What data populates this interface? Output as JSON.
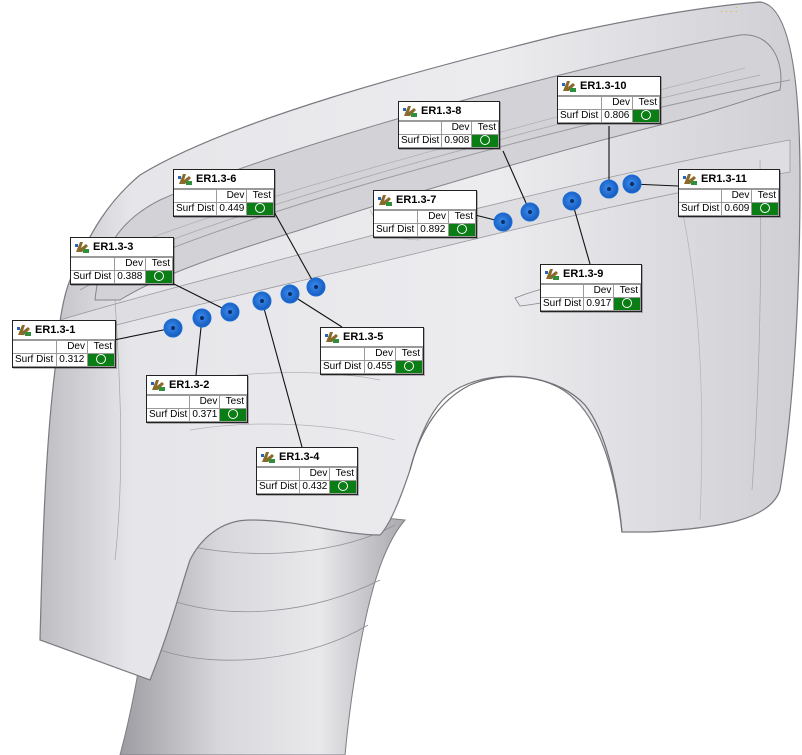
{
  "colors": {
    "marker": "#1a6fd8",
    "pass": "#0a7d14",
    "part_fill": "#e4e4e6",
    "part_edge": "#8a8a8e"
  },
  "table_headers": {
    "dev": "Dev",
    "test": "Test"
  },
  "callouts": [
    {
      "id": "ER1.3-1",
      "metric": "Surf Dist",
      "value": "0.312",
      "status": "pass"
    },
    {
      "id": "ER1.3-2",
      "metric": "Surf Dist",
      "value": "0.371",
      "status": "pass"
    },
    {
      "id": "ER1.3-3",
      "metric": "Surf Dist",
      "value": "0.388",
      "status": "pass"
    },
    {
      "id": "ER1.3-4",
      "metric": "Surf Dist",
      "value": "0.432",
      "status": "pass"
    },
    {
      "id": "ER1.3-5",
      "metric": "Surf Dist",
      "value": "0.455",
      "status": "pass"
    },
    {
      "id": "ER1.3-6",
      "metric": "Surf Dist",
      "value": "0.449",
      "status": "pass"
    },
    {
      "id": "ER1.3-7",
      "metric": "Surf Dist",
      "value": "0.892",
      "status": "pass"
    },
    {
      "id": "ER1.3-8",
      "metric": "Surf Dist",
      "value": "0.908",
      "status": "pass"
    },
    {
      "id": "ER1.3-9",
      "metric": "Surf Dist",
      "value": "0.917",
      "status": "pass"
    },
    {
      "id": "ER1.3-10",
      "metric": "Surf Dist",
      "value": "0.806",
      "status": "pass"
    },
    {
      "id": "ER1.3-11",
      "metric": "Surf Dist",
      "value": "0.609",
      "status": "pass"
    }
  ]
}
